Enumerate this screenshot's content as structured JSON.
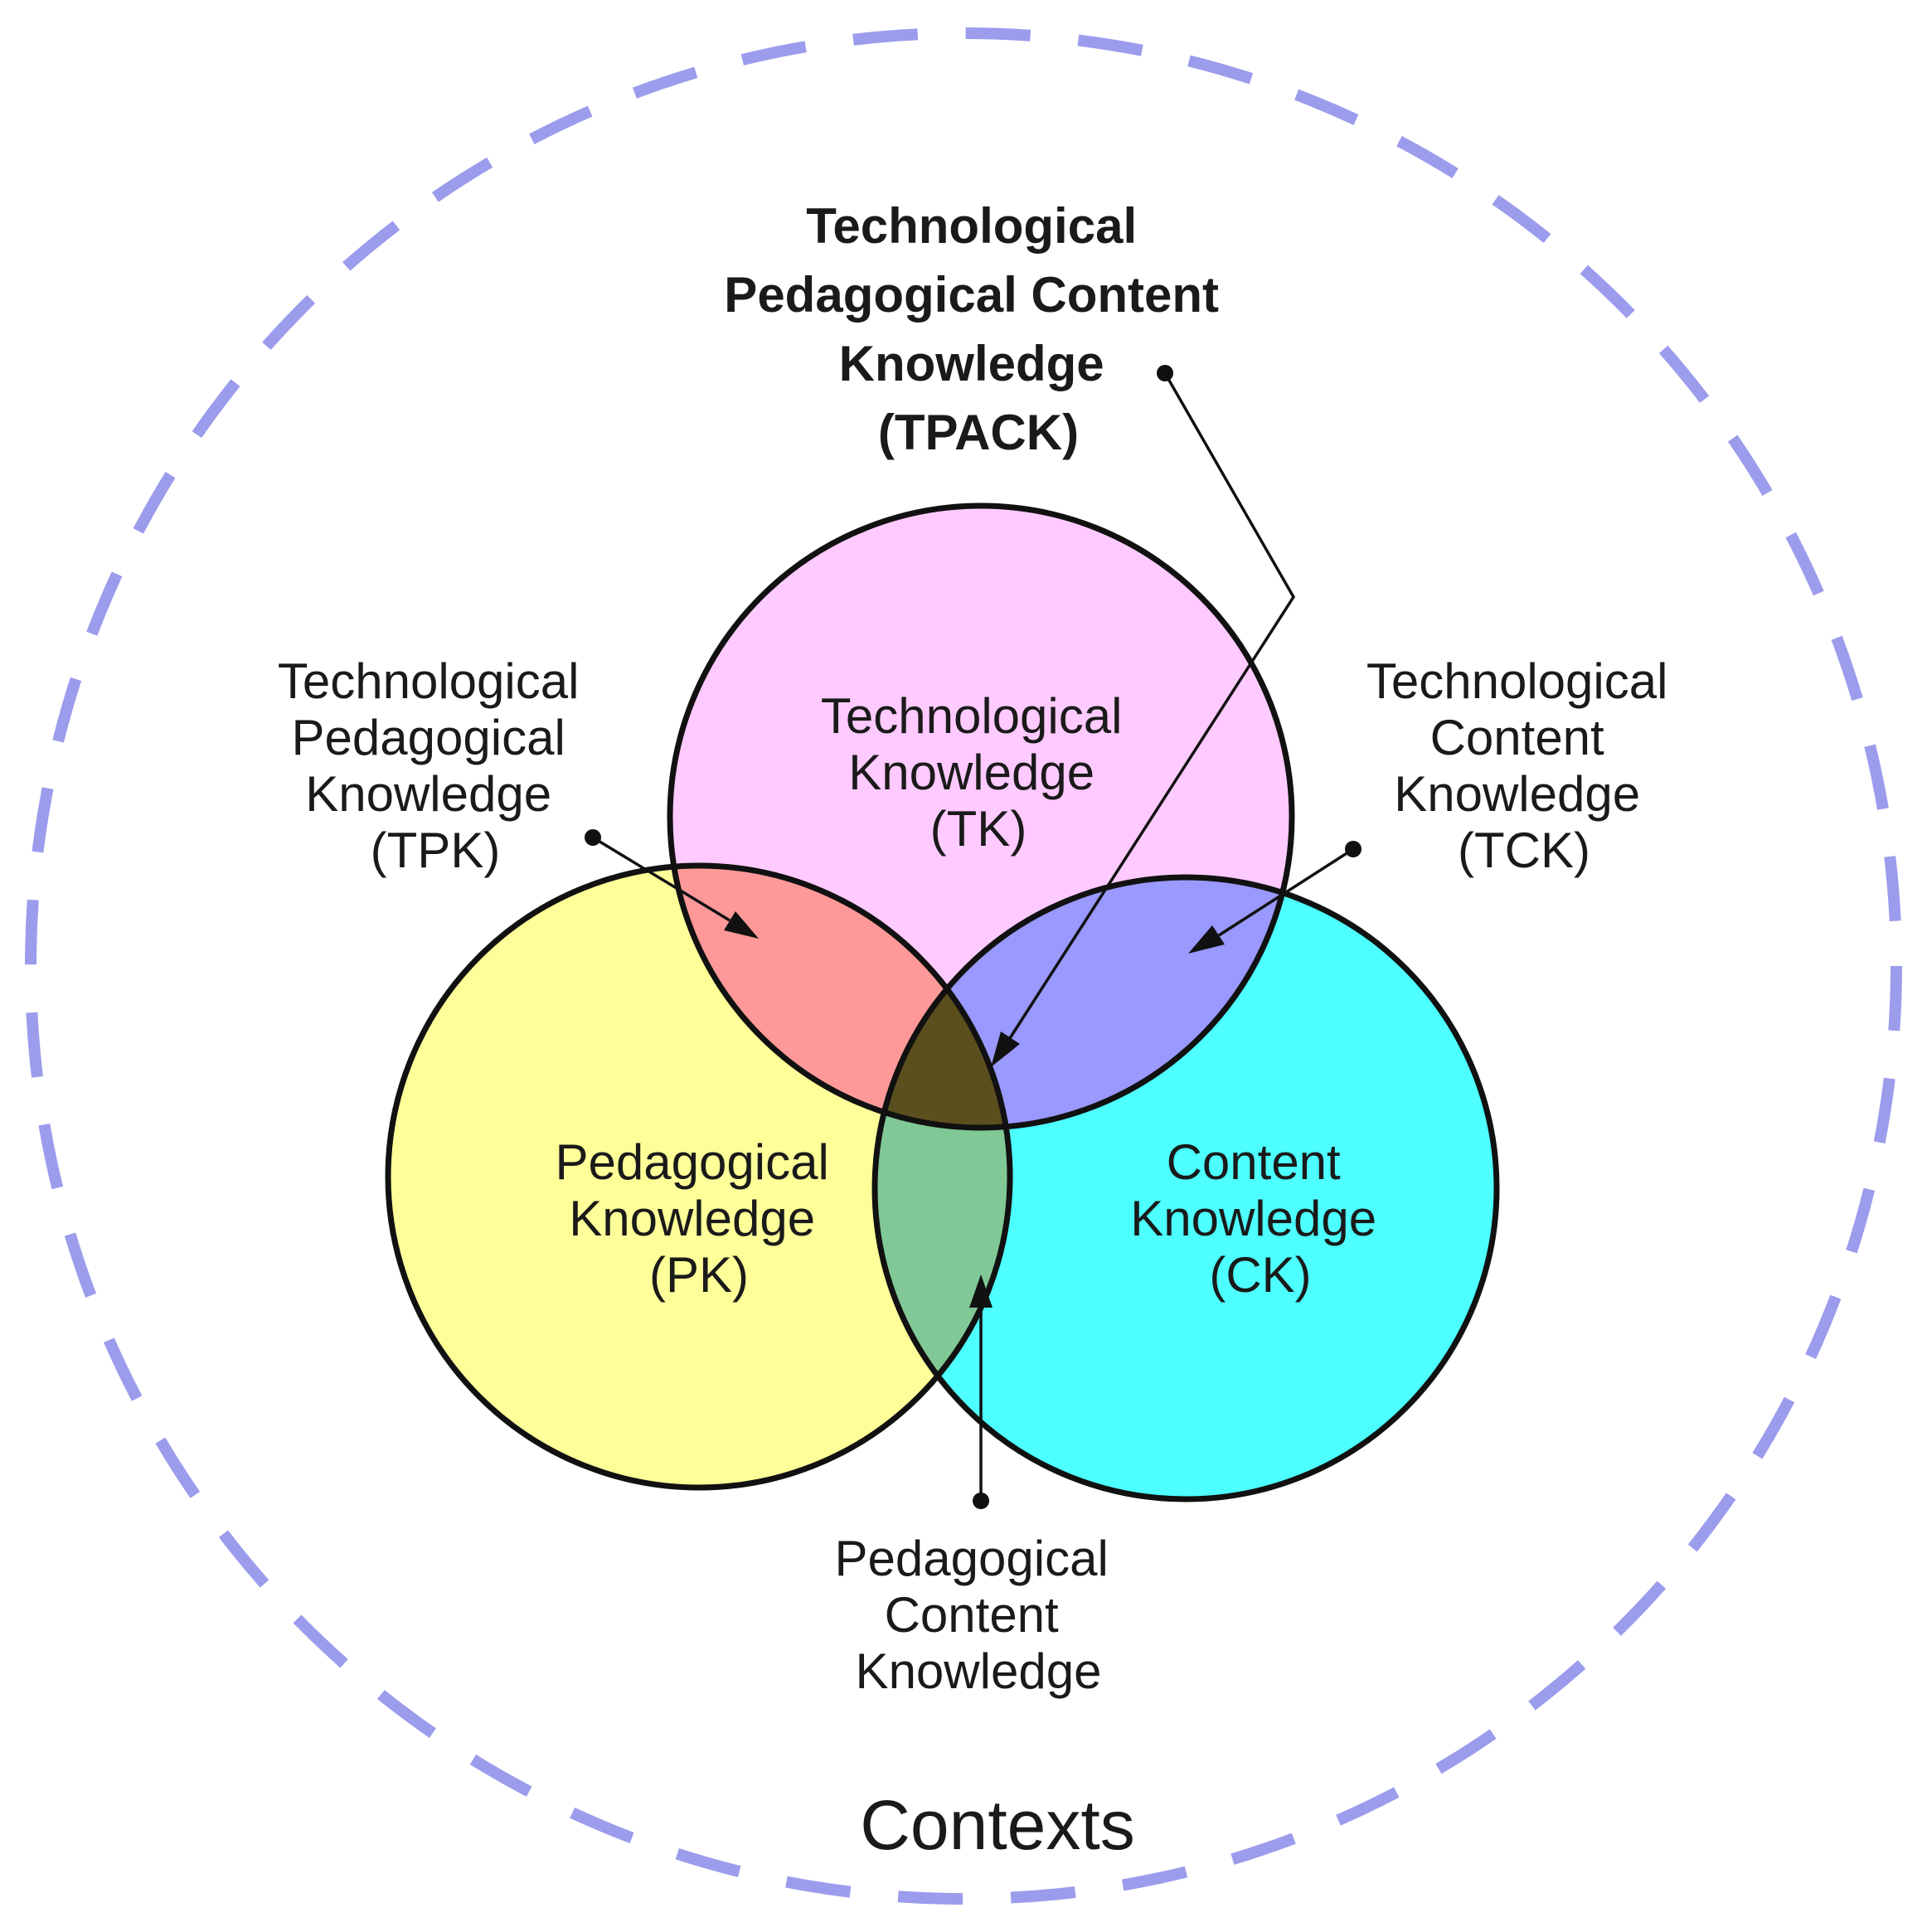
{
  "colors": {
    "tk": "#ffcaff",
    "pk": "#ffff99",
    "ck": "#4dffff",
    "tpk": "#ff9999",
    "tck": "#9999ff",
    "pck": "#80c896",
    "tpack": "#5b4f1e",
    "context_ring": "#9c9ced"
  },
  "labels": {
    "tpack": [
      "Technological",
      "Pedagogical Content",
      "Knowledge",
      "(TPACK)"
    ],
    "tk": [
      "Technological",
      "Knowledge",
      "(TK)"
    ],
    "pk": [
      "Pedagogical",
      "Knowledge",
      "(PK)"
    ],
    "ck": [
      "Content",
      "Knowledge",
      "(CK)"
    ],
    "tpk": [
      "Technological",
      "Pedagogical",
      "Knowledge",
      "(TPK)"
    ],
    "tck": [
      "Technological",
      "Content",
      "Knowledge",
      "(TCK)"
    ],
    "pck": [
      "Pedagogical",
      "Content",
      "Knowledge"
    ],
    "contexts": "Contexts"
  }
}
